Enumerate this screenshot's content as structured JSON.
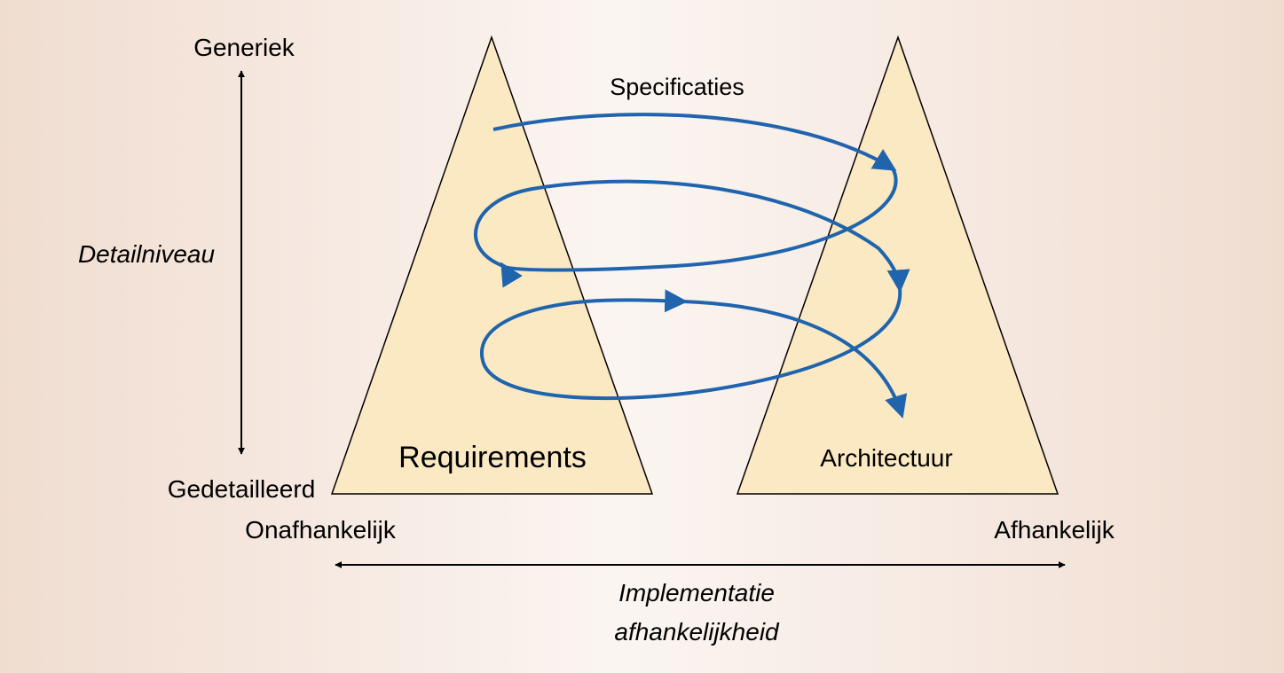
{
  "labels": {
    "generic": "Generiek",
    "detailed": "Gedetailleerd",
    "detail_level": "Detailniveau",
    "independent": "Onafhankelijk",
    "dependent": "Afhankelijk",
    "impl_dep_line1": "Implementatie",
    "impl_dep_line2": "afhankelijkheid",
    "specifications": "Specificaties"
  },
  "shapes": {
    "left_triangle": "Requirements",
    "right_triangle": "Architectuur"
  },
  "colors": {
    "triangle_fill": "#fbe9c4",
    "spiral": "#1f64ad",
    "axis": "#000000"
  }
}
